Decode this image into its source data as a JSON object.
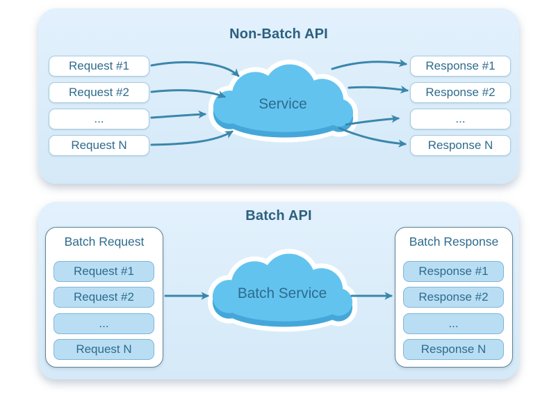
{
  "colors": {
    "page-bg": "#ffffff",
    "panel-bg-top": "#e2f1fc",
    "panel-bg-bottom": "#d5e9f8",
    "box-bg": "#ffffff",
    "box-border": "#a5cbe1",
    "item-bg": "#b9def4",
    "item-border": "#7db6d8",
    "container-border": "#5d8093",
    "cloud-main": "#63c3ef",
    "cloud-dark": "#45a7d9",
    "cloud-outline": "#ffffff",
    "arrow-color": "#3b86ab",
    "label-text": "#2d6b8d",
    "title-text": "#2d5f7f"
  },
  "non_batch": {
    "title": "Non-Batch API",
    "service_label": "Service",
    "requests": [
      "Request #1",
      "Request #2",
      "...",
      "Request N"
    ],
    "responses": [
      "Response #1",
      "Response #2",
      "...",
      "Response N"
    ]
  },
  "batch": {
    "title": "Batch API",
    "service_label": "Batch Service",
    "request_container_title": "Batch Request",
    "response_container_title": "Batch Response",
    "requests": [
      "Request #1",
      "Request #2",
      "...",
      "Request N"
    ],
    "responses": [
      "Response #1",
      "Response #2",
      "...",
      "Response N"
    ]
  }
}
